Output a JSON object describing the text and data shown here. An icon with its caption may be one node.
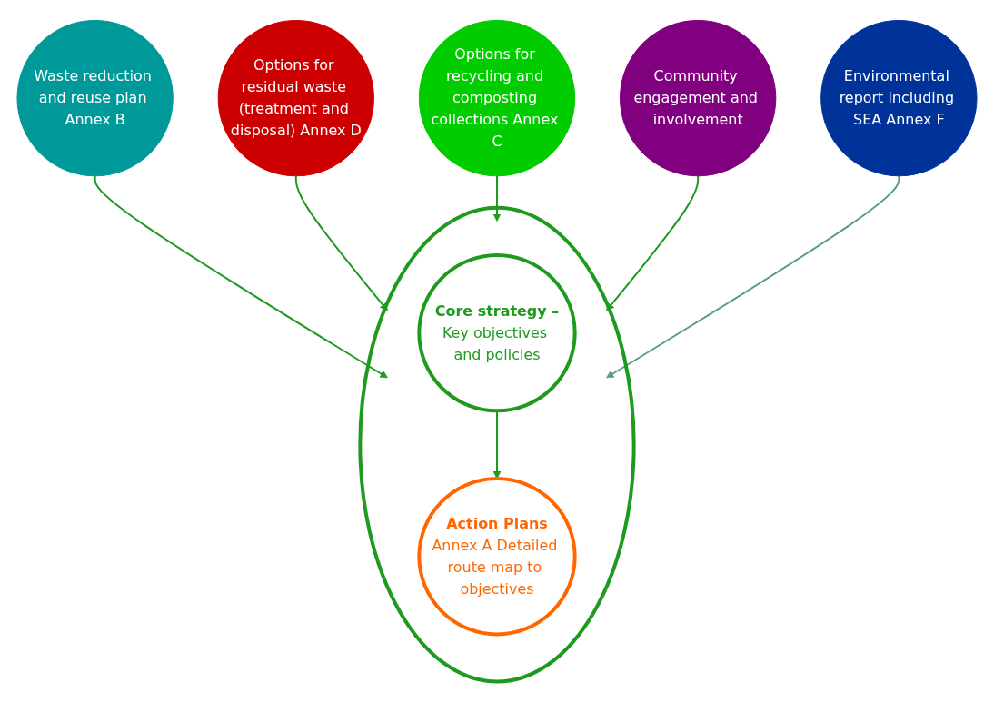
{
  "diagram": {
    "nodes": [
      {
        "text": [],
        "shape": "circle"
      },
      {
        "text": [
          "Core strategy –",
          "Key objectives and policies"
        ],
        "in": 0
      },
      {
        "text": [
          "Action Plans",
          "Annex A Detailed route map to objectives"
        ],
        "in": 0
      },
      {
        "text": [
          "Waste reduction and reuse plan Annex B"
        ]
      },
      {
        "text": [
          "Options for residual waste (treatment and disposal) Annex D"
        ]
      },
      {
        "text": [
          "Options for recycling and composting collections Annex C"
        ]
      },
      {
        "text": [
          "Community engagement and involvement"
        ]
      },
      {
        "text": [
          "Environmental report including SEA Annex F"
        ]
      }
    ],
    "edges": [
      {
        "from": 1,
        "to": 2,
        "arrow": "to"
      },
      {
        "from": 3,
        "to": 0,
        "arrow": "to"
      },
      {
        "from": 4,
        "to": 0,
        "arrow": "to"
      },
      {
        "from": 5,
        "to": 0,
        "arrow": "to"
      },
      {
        "from": 6,
        "to": 0,
        "arrow": "to"
      },
      {
        "from": 7,
        "to": 0,
        "arrow": "to",
        "color": "#5a9e80"
      }
    ]
  }
}
